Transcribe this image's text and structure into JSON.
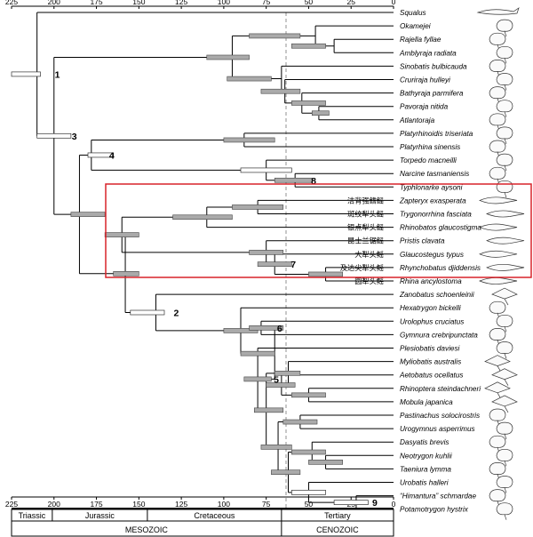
{
  "axis": {
    "ticks": [
      "225",
      "200",
      "175",
      "150",
      "125",
      "100",
      "75",
      "50",
      "25",
      "0"
    ],
    "ticks_bottom": [
      "225",
      "200",
      "175",
      "150",
      "125",
      "100",
      "75",
      "50",
      "25",
      "0"
    ]
  },
  "periods": [
    "Triassic",
    "Jurassic",
    "Cretaceous",
    "Tertiary"
  ],
  "eras": [
    "MESOZOIC",
    "CENOZOIC"
  ],
  "node_labels": [
    "1",
    "2",
    "3",
    "4",
    "5",
    "6",
    "7",
    "8",
    "9"
  ],
  "taxa": [
    {
      "name": "Squalus"
    },
    {
      "name": "Okamejei"
    },
    {
      "name": "Rajella fyllae"
    },
    {
      "name": "Amblyraja radiata"
    },
    {
      "name": "Sinobatis bulbicauda"
    },
    {
      "name": "Cruriraja hulleyi"
    },
    {
      "name": "Bathyraja parmifera"
    },
    {
      "name": "Pavoraja nitida"
    },
    {
      "name": "Atlantoraja"
    },
    {
      "name": "Platyrhinoidis triseriata"
    },
    {
      "name": "Platyrhina sinensis"
    },
    {
      "name": "Torpedo macneilli"
    },
    {
      "name": "Narcine tasmaniensis"
    },
    {
      "name": "Typhlonarke aysoni"
    },
    {
      "name": "Zapteryx exasperata",
      "cn": "洁背强鳍鳐"
    },
    {
      "name": "Trygonorrhina fasciata",
      "cn": "斑纹犁头鳐"
    },
    {
      "name": "Rhinobatos glaucostigma",
      "cn": "银点犁头鳐"
    },
    {
      "name": "Pristis clavata",
      "cn": "昆士兰锯鳐"
    },
    {
      "name": "Glaucostegus typus",
      "cn": "大犁头鳐"
    },
    {
      "name": "Rhynchobatus djiddensis",
      "cn": "及达尖犁头鳐"
    },
    {
      "name": "Rhina ancylostoma",
      "cn": "圆犁头鳐"
    },
    {
      "name": "Zanobatus schoenleinii"
    },
    {
      "name": "Hexatrygon bickelli"
    },
    {
      "name": "Urolophus cruciatus"
    },
    {
      "name": "Gymnura crebripunctata"
    },
    {
      "name": "Plesiobatis daviesi"
    },
    {
      "name": "Myliobatis australis"
    },
    {
      "name": "Aetobatus ocellatus"
    },
    {
      "name": "Rhinoptera steindachneri"
    },
    {
      "name": "Mobula japanica"
    },
    {
      "name": "Pastinachus solocirostris"
    },
    {
      "name": "Urogymnus asperrimus"
    },
    {
      "name": "Dasyatis brevis"
    },
    {
      "name": "Neotrygon kuhlii"
    },
    {
      "name": "Taeniura lymma"
    },
    {
      "name": "Urobatis halleri"
    },
    {
      "name": "“Himantura” schmardae"
    },
    {
      "name": "Potamotrygon hystrix"
    }
  ],
  "colors": {
    "highlight_box": "#d9232a",
    "ci_bar_grey": "#aaaaaa",
    "ci_bar_white": "#ffffff",
    "line": "#000000"
  }
}
